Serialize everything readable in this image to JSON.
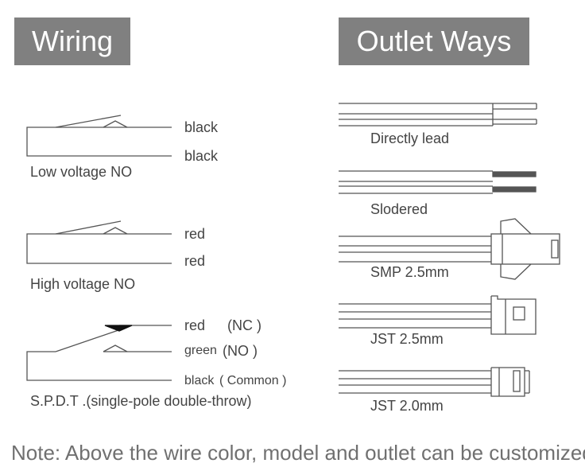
{
  "headers": {
    "wiring": "Wiring",
    "outlet_ways": "Outlet Ways"
  },
  "wiring": {
    "low_voltage_no": {
      "wire_top": "black",
      "wire_bottom": "black",
      "caption": "Low voltage NO"
    },
    "high_voltage_no": {
      "wire_top": "red",
      "wire_bottom": "red",
      "caption": "High voltage NO"
    },
    "spdt": {
      "wire_nc": "red",
      "wire_nc_tag": "(NC )",
      "wire_no": "green",
      "wire_no_tag": "(NO )",
      "wire_common": "black",
      "wire_common_tag": "( Common )",
      "caption": "S.P.D.T .(single-pole double-throw)"
    }
  },
  "outlets": [
    {
      "label": "Directly lead"
    },
    {
      "label": "Slodered"
    },
    {
      "label": "SMP 2.5mm"
    },
    {
      "label": "JST 2.5mm"
    },
    {
      "label": "JST 2.0mm"
    }
  ],
  "note": "Note:  Above the wire color, model and outlet can be customized",
  "colors": {
    "header_bg": "#808080",
    "line": "#555555",
    "text": "#444444"
  }
}
